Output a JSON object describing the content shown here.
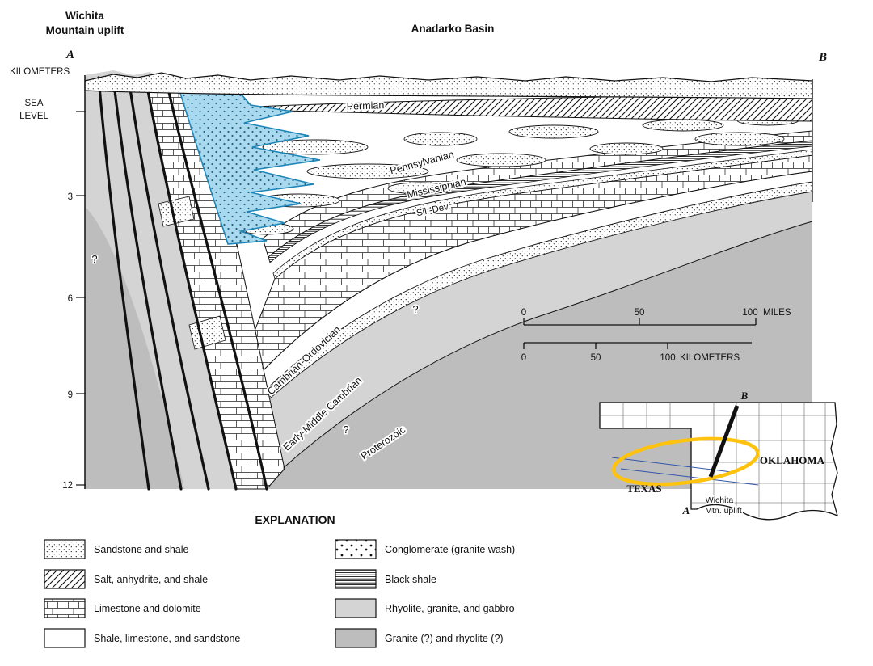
{
  "header": {
    "uplift_title_line1": "Wichita",
    "uplift_title_line2": "Mountain uplift",
    "basin_title": "Anadarko Basin",
    "endpoint_a": "A",
    "endpoint_b": "B"
  },
  "axis": {
    "unit": "KILOMETERS",
    "sea_line1": "SEA",
    "sea_line2": "LEVEL",
    "ticks": [
      "3",
      "6",
      "9",
      "12"
    ]
  },
  "strata_labels": {
    "permian": "Permian",
    "pennsylvanian": "Pennsylvanian",
    "mississippian": "Mississippian",
    "sil_dev": "Sil.-Dev.",
    "cambrian_ordovician": "Cambrian-Ordovician",
    "early_middle_cambrian": "Early-Middle Cambrian",
    "proterozoic": "Proterozoic"
  },
  "question_marks": {
    "q1": "?",
    "q2": "?",
    "q3": "?"
  },
  "scale_bar": {
    "miles": {
      "t0": "0",
      "t50": "50",
      "t100": "100",
      "unit": "MILES"
    },
    "kilometers": {
      "t0": "0",
      "t50": "50",
      "t100": "100",
      "unit": "KILOMETERS"
    }
  },
  "inset_map": {
    "endpoint_b": "B",
    "endpoint_a": "A",
    "oklahoma": "OKLAHOMA",
    "texas": "TEXAS",
    "wichita_line1": "Wichita",
    "wichita_line2": "Mtn. uplift"
  },
  "explanation": {
    "title": "EXPLANATION",
    "items": [
      {
        "label": "Sandstone and shale",
        "pattern": "stipple"
      },
      {
        "label": "Salt, anhydrite, and shale",
        "pattern": "diagonal-hatch"
      },
      {
        "label": "Limestone and dolomite",
        "pattern": "brick"
      },
      {
        "label": "Shale, limestone, and sandstone",
        "pattern": "plain"
      },
      {
        "label": "Conglomerate (granite wash)",
        "pattern": "dots"
      },
      {
        "label": "Black shale",
        "pattern": "horizontal-lines"
      },
      {
        "label": "Rhyolite, granite, and gabbro",
        "pattern": "gray-light"
      },
      {
        "label": "Granite (?) and rhyolite (?)",
        "pattern": "gray-dark"
      }
    ]
  },
  "colors": {
    "granite_wash_fill": "#A9D9EE",
    "granite_wash_outline": "#1D86B8",
    "highlight": "#FFC20E",
    "gray_light": "#D4D4D4",
    "gray_dark": "#BDBDBD",
    "ink": "#111111"
  }
}
